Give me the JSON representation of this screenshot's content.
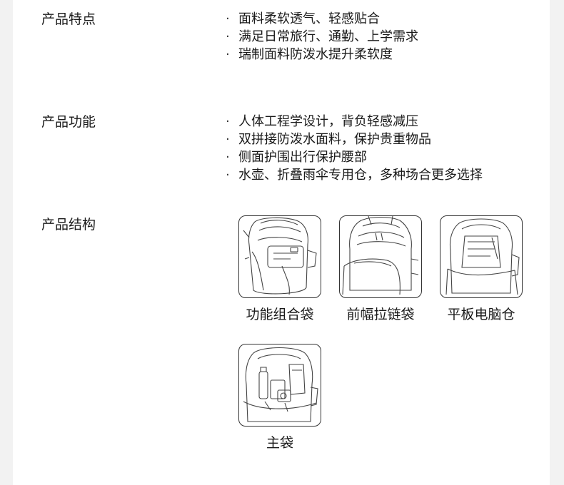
{
  "sections": {
    "features": {
      "title": "产品特点",
      "items": [
        "面料柔软透气、轻感贴合",
        "满足日常旅行、通勤、上学需求",
        "瑞制面料防泼水提升柔软度"
      ]
    },
    "functions": {
      "title": "产品功能",
      "items": [
        "人体工程学设计，背负轻感减压",
        "双拼接防泼水面料，保护贵重物品",
        "侧面护围出行保护腰部",
        "水壶、折叠雨伞专用仓，多种场合更多选择"
      ]
    },
    "structure": {
      "title": "产品结构",
      "tiles": [
        {
          "caption": "功能组合袋",
          "icon": "backpack-function-pocket-illustration"
        },
        {
          "caption": "前幅拉链袋",
          "icon": "backpack-front-zip-pocket-illustration"
        },
        {
          "caption": "平板电脑仓",
          "icon": "backpack-tablet-compartment-illustration"
        },
        {
          "caption": "主袋",
          "icon": "backpack-main-pocket-illustration"
        }
      ]
    }
  },
  "bullet_symbol": "·",
  "colors": {
    "page": "#ffffff",
    "background": "#f2f2f2",
    "text": "#1a1a1a",
    "line_art": "#333333"
  }
}
